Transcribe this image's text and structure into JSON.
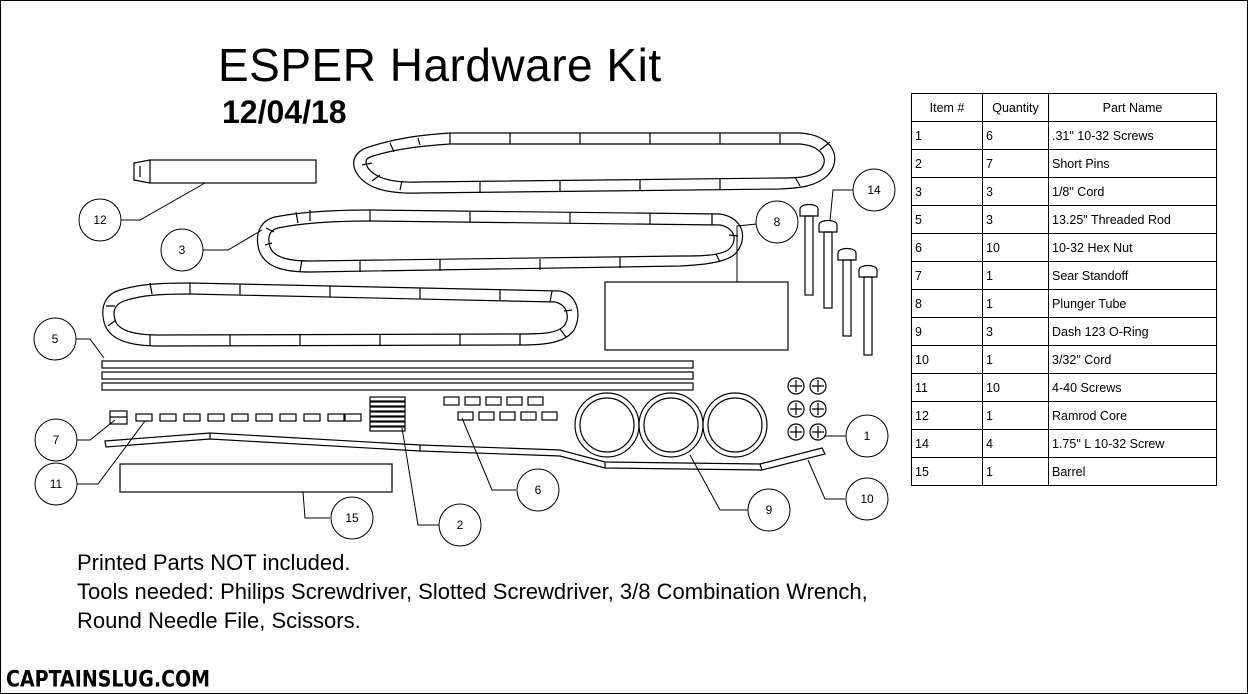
{
  "title": "ESPER Hardware Kit",
  "date": "12/04/18",
  "notes": [
    "Printed Parts NOT included.",
    "Tools needed: Philips Screwdriver, Slotted Screwdriver, 3/8 Combination Wrench,",
    "Round Needle File, Scissors."
  ],
  "brand": "CAPTAINSLUG.COM",
  "bom": {
    "headers": [
      "Item #",
      "Quantity",
      "Part Name"
    ],
    "rows": [
      [
        "1",
        "6",
        ".31\" 10-32 Screws"
      ],
      [
        "2",
        "7",
        "Short Pins"
      ],
      [
        "3",
        "3",
        "1/8\" Cord"
      ],
      [
        "5",
        "3",
        "13.25\" Threaded Rod"
      ],
      [
        "6",
        "10",
        "10-32 Hex Nut"
      ],
      [
        "7",
        "1",
        "Sear Standoff"
      ],
      [
        "8",
        "1",
        "Plunger Tube"
      ],
      [
        "9",
        "3",
        "Dash 123 O-Ring"
      ],
      [
        "10",
        "1",
        "3/32\" Cord"
      ],
      [
        "11",
        "10",
        "4-40 Screws"
      ],
      [
        "12",
        "1",
        "Ramrod Core"
      ],
      [
        "14",
        "4",
        "1.75\" L 10-32 Screw"
      ],
      [
        "15",
        "1",
        "Barrel"
      ]
    ]
  },
  "callouts": [
    "12",
    "3",
    "8",
    "14",
    "5",
    "7",
    "11",
    "1",
    "6",
    "9",
    "10",
    "15",
    "2"
  ]
}
